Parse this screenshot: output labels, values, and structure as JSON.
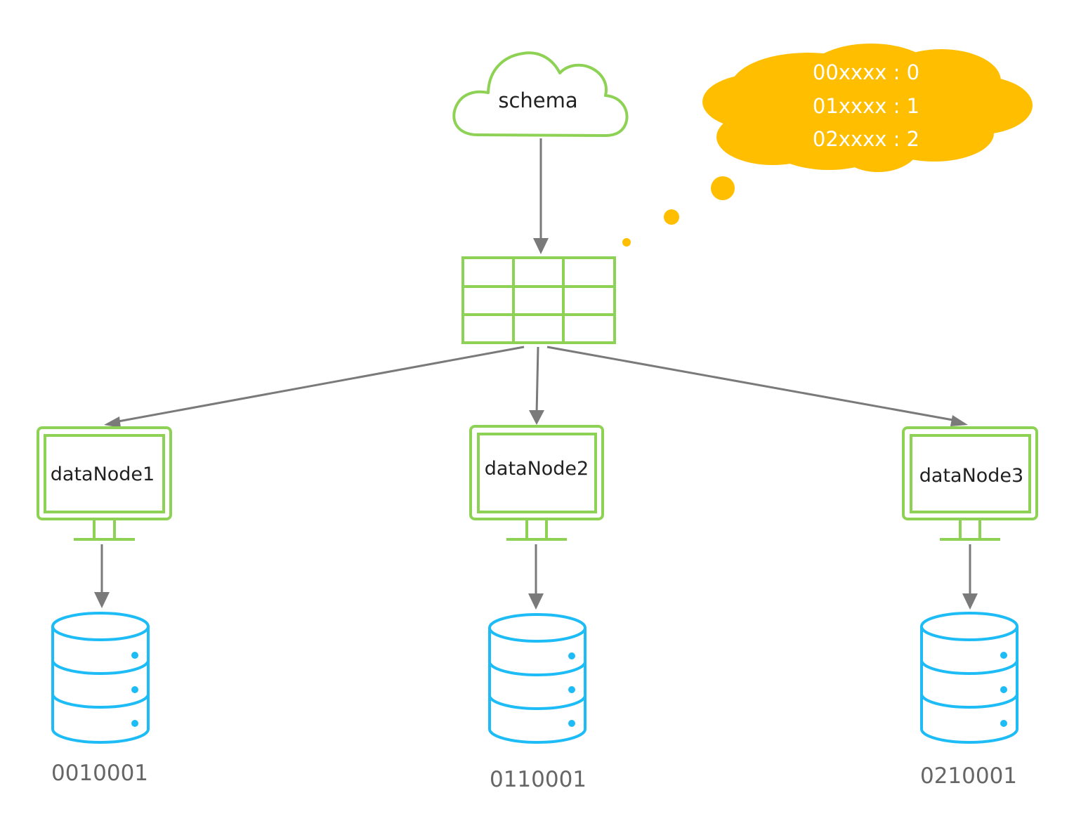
{
  "colors": {
    "node_stroke": "#8dd254",
    "db_stroke": "#1ebcf6",
    "thought_fill": "#ffbf00",
    "arrow": "#7a7a7a",
    "label_dark": "#222222",
    "label_gray": "#666666"
  },
  "schema": {
    "label": "schema",
    "icon": "cloud-icon"
  },
  "thought_bubble": {
    "icon": "thought-cloud-icon",
    "lines": [
      "00xxxx : 0",
      "01xxxx : 1",
      "02xxxx : 2"
    ]
  },
  "routing_table": {
    "icon": "table-grid-icon",
    "rows": 3,
    "cols": 3
  },
  "data_nodes": [
    {
      "label": "dataNode1",
      "icon": "monitor-icon",
      "database_icon": "database-icon",
      "database_label": "0010001"
    },
    {
      "label": "dataNode2",
      "icon": "monitor-icon",
      "database_icon": "database-icon",
      "database_label": "0110001"
    },
    {
      "label": "dataNode3",
      "icon": "monitor-icon",
      "database_icon": "database-icon",
      "database_label": "0210001"
    }
  ],
  "edges": [
    {
      "from": "schema",
      "to": "routing_table"
    },
    {
      "from": "routing_table",
      "to": "dataNode1"
    },
    {
      "from": "routing_table",
      "to": "dataNode2"
    },
    {
      "from": "routing_table",
      "to": "dataNode3"
    },
    {
      "from": "dataNode1",
      "to": "database-0010001"
    },
    {
      "from": "dataNode2",
      "to": "database-0110001"
    },
    {
      "from": "dataNode3",
      "to": "database-0210001"
    }
  ]
}
